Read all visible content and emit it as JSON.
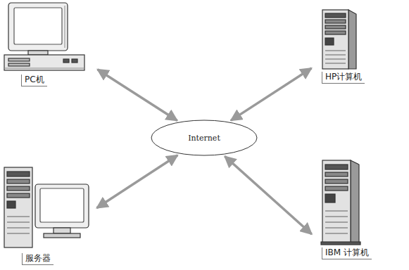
{
  "diagram": {
    "nodes": [
      {
        "text": [
          "PC机"
        ]
      },
      {
        "text": [
          "HP计算机"
        ]
      },
      {
        "text": [
          "Internet"
        ]
      },
      {
        "text": [
          "服务器"
        ]
      },
      {
        "text": [
          "IBM 计算机"
        ]
      }
    ],
    "edges": [
      {
        "from": 0,
        "to": 2,
        "arrow": "both"
      },
      {
        "from": 1,
        "to": 2,
        "arrow": "both"
      },
      {
        "from": 3,
        "to": 2,
        "arrow": "both"
      },
      {
        "from": 4,
        "to": 2,
        "arrow": "both"
      }
    ]
  }
}
